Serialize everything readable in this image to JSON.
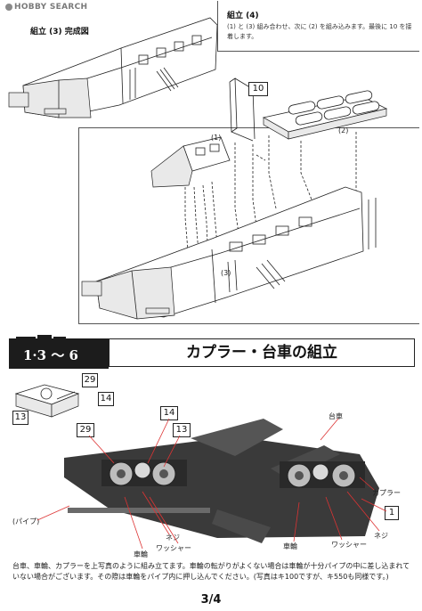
{
  "logo": {
    "text": "HOBBY SEARCH"
  },
  "assembly3": {
    "title": "組立 (3) 完成図"
  },
  "assembly4": {
    "title": "組立 (4)",
    "text": "(1) と (3) 組み合わせ、次に (2) を組み込みます。最後に 10 を接着します。"
  },
  "diagram_labels": {
    "part1": "(1)",
    "part2": "(2)",
    "part3": "(3)",
    "part10": "10"
  },
  "section": {
    "tag": "1·3 ～ 6",
    "title": "カプラー・台車の組立"
  },
  "small_parts": {
    "p29": "29",
    "p14": "14",
    "p13": "13"
  },
  "photo_labels": {
    "p14": "14",
    "p29": "29",
    "p13": "13",
    "p1": "1",
    "daisha": "台車",
    "coupler": "カプラー",
    "pipe": "(パイプ)",
    "neji_left": "ネジ",
    "washer_left": "ワッシャー",
    "sharin_left": "車輪",
    "sharin_right": "車輪",
    "washer_right": "ワッシャー",
    "neji_right": "ネジ"
  },
  "description": "台車、車輪、カプラーを上写真のように組み立てます。車輪の転がりがよくない場合は車輪が十分パイプの中に差し込まれていない場合がございます。その際は車輪をパイプ内に押し込んでください。(写真はキ100ですが、キ550も同様です。)",
  "page": {
    "number": "3/4"
  }
}
